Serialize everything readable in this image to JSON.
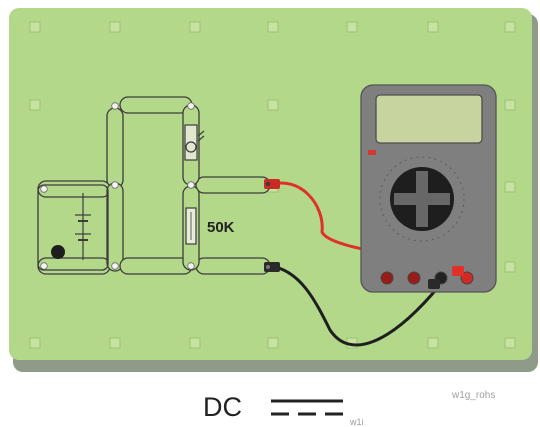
{
  "board": {
    "background": "#b3d88a",
    "shadow": "#8e9a86"
  },
  "circuit": {
    "resistor_value": "50K",
    "components": [
      "battery-pack",
      "photo-resistor",
      "resistor",
      "wire-segments"
    ]
  },
  "multimeter": {
    "body_color": "#7f7f7f",
    "display_color": "#c8d4a0",
    "probe_red": "#e0302a",
    "probe_black": "#2a2a2a"
  },
  "footer": {
    "dc_label": "DC",
    "dc_sub": "w1i",
    "watermark": "w1g_rohs"
  },
  "icons": [
    "dc-symbol-icon",
    "battery-icon",
    "photoresistor-icon",
    "resistor-icon",
    "multimeter-dial-icon"
  ]
}
